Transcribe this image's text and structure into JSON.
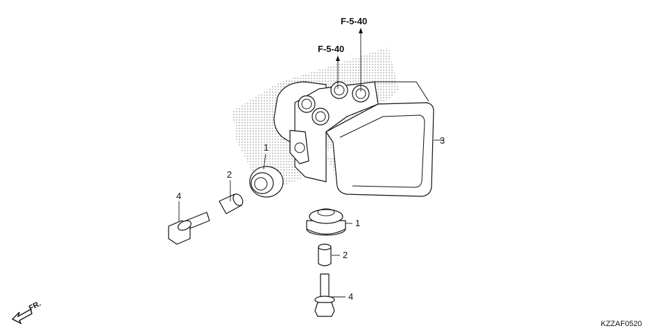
{
  "diagram": {
    "refs": {
      "upper": "F-5-40",
      "lower": "F-5-40"
    },
    "callouts": {
      "abs_unit": "3",
      "grommet_upper": "1",
      "grommet_lower": "1",
      "collar_left": "2",
      "collar_lower": "2",
      "bolt_left": "4",
      "bolt_lower": "4"
    },
    "front_marker": "FR.",
    "diagram_code": "KZZAF0520"
  }
}
